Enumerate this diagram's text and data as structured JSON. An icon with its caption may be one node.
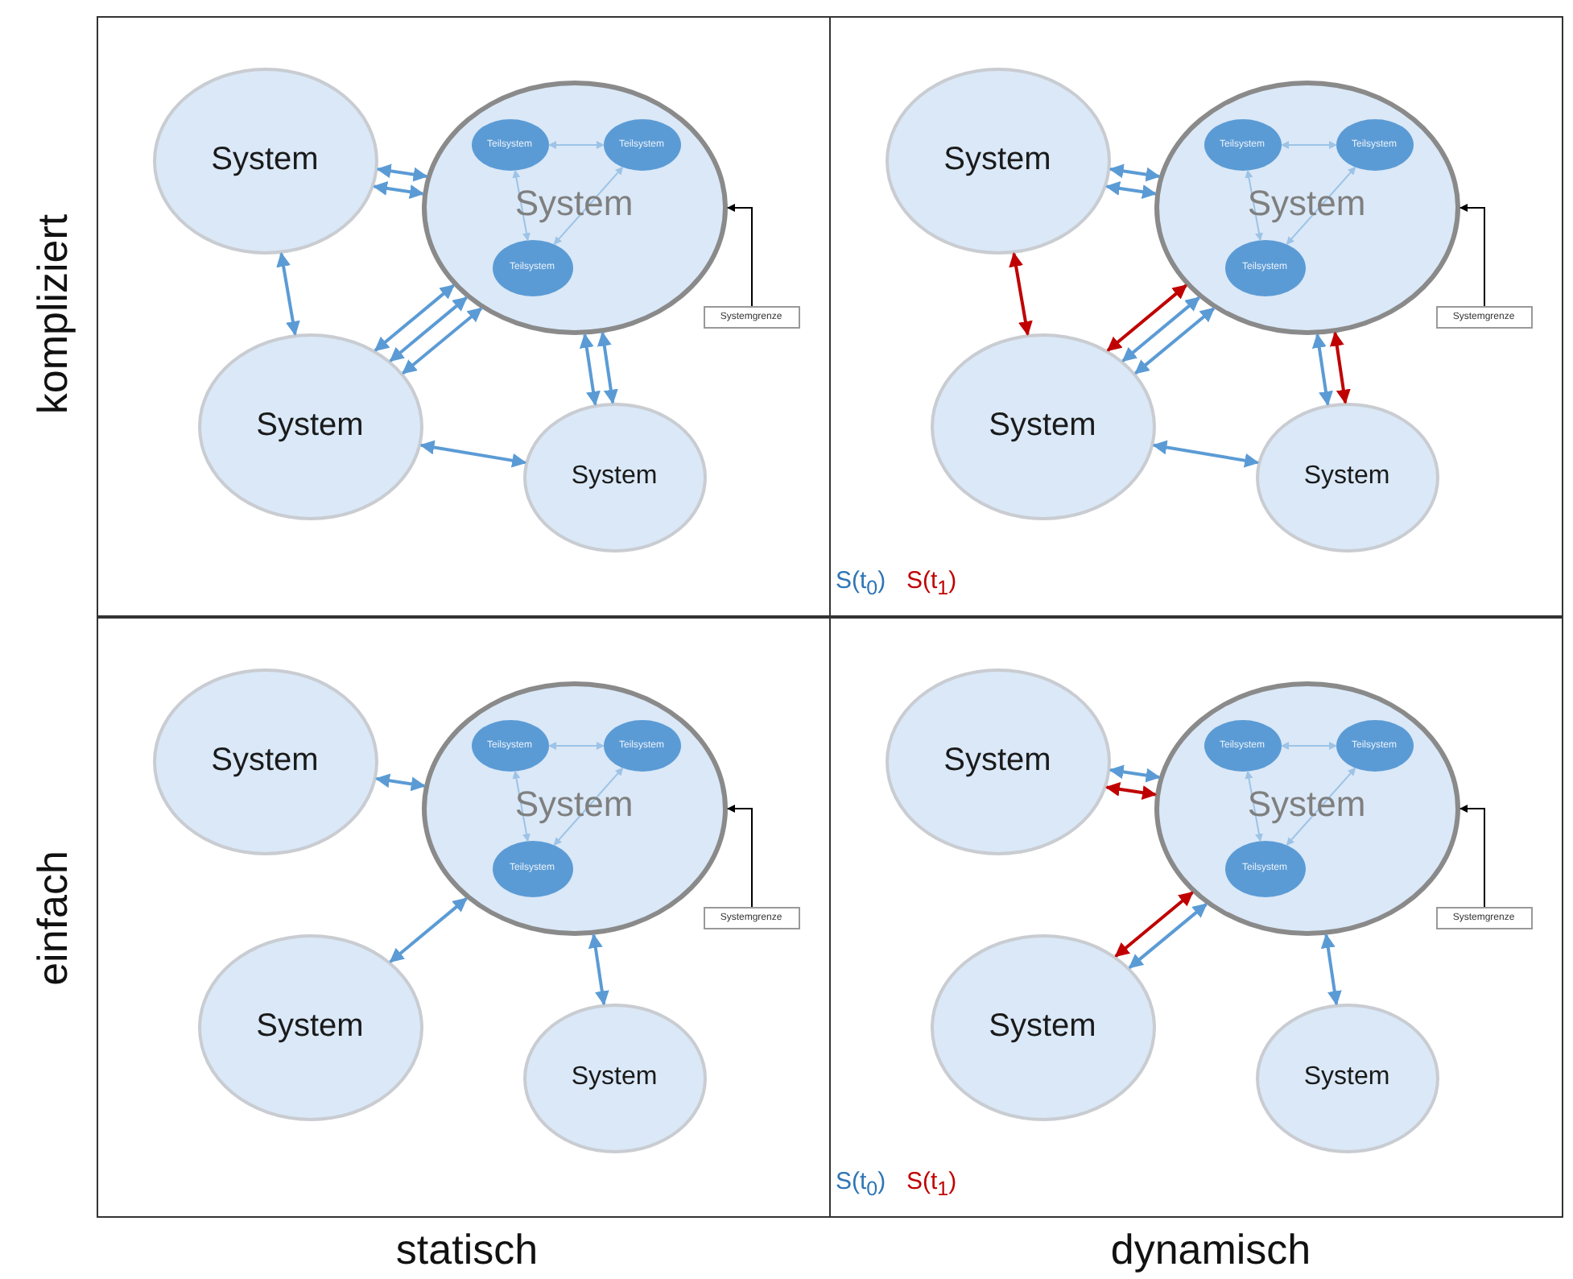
{
  "diagram": {
    "nodes": [
      {
        "text": [],
        "shape": "box"
      },
      {
        "text": [
          "System"
        ],
        "in": 0
      },
      {
        "text": [
          "System"
        ],
        "in": 0
      },
      {
        "text": [
          "Teilsystem"
        ],
        "in": 2
      },
      {
        "text": [
          "Teilsystem"
        ],
        "in": 2
      },
      {
        "text": [
          "Teilsystem"
        ],
        "in": 2
      },
      {
        "text": [
          "System"
        ],
        "in": 0
      },
      {
        "text": [
          "Systemgrenze"
        ],
        "in": 0
      },
      {
        "text": [
          "System"
        ],
        "in": 0
      },
      {
        "text": [],
        "shape": "box"
      },
      {
        "text": [
          "System"
        ],
        "in": 9
      },
      {
        "text": [
          "System"
        ],
        "in": 9
      },
      {
        "text": [
          "Teilsystem"
        ],
        "in": 11
      },
      {
        "text": [
          "Teilsystem"
        ],
        "in": 11
      },
      {
        "text": [
          "Teilsystem"
        ],
        "in": 11
      },
      {
        "text": [
          "System"
        ],
        "in": 9
      },
      {
        "text": [
          "Systemgrenze"
        ],
        "in": 9
      },
      {
        "text": [
          "System"
        ],
        "in": 9
      },
      {
        "text": [],
        "shape": "box"
      },
      {
        "text": [
          "System"
        ],
        "in": 18
      },
      {
        "text": [
          "System"
        ],
        "in": 18
      },
      {
        "text": [
          "Teilsystem"
        ],
        "in": 20
      },
      {
        "text": [
          "Teilsystem"
        ],
        "in": 20
      },
      {
        "text": [
          "Teilsystem"
        ],
        "in": 20
      },
      {
        "text": [
          "System"
        ],
        "in": 18
      },
      {
        "text": [
          "Systemgrenze"
        ],
        "in": 18
      },
      {
        "text": [
          "System"
        ],
        "in": 18
      },
      {
        "text": [],
        "shape": "box"
      },
      {
        "text": [
          "System"
        ],
        "in": 27
      },
      {
        "text": [
          "System"
        ],
        "in": 27
      },
      {
        "text": [
          "Teilsystem"
        ],
        "in": 29
      },
      {
        "text": [
          "Teilsystem"
        ],
        "in": 29
      },
      {
        "text": [
          "Teilsystem"
        ],
        "in": 29
      },
      {
        "text": [
          "System"
        ],
        "in": 27
      },
      {
        "text": [
          "Systemgrenze"
        ],
        "in": 27
      },
      {
        "text": [
          "System"
        ],
        "in": 27
      }
    ],
    "edges": [
      {
        "from": 3,
        "to": 4,
        "arrow": "both",
        "color": "#9dc3e6"
      },
      {
        "from": 3,
        "to": 5,
        "arrow": "both",
        "color": "#9dc3e6"
      },
      {
        "from": 4,
        "to": 5,
        "arrow": "both",
        "color": "#9dc3e6"
      },
      {
        "from": 7,
        "to": 2,
        "arrow": "to",
        "color": "#000000"
      },
      {
        "from": 1,
        "to": 2,
        "arrow": "both"
      },
      {
        "from": 1,
        "to": 2,
        "arrow": "both"
      },
      {
        "from": 1,
        "to": 6,
        "arrow": "both"
      },
      {
        "from": 6,
        "to": 2,
        "arrow": "both"
      },
      {
        "from": 6,
        "to": 2,
        "arrow": "both"
      },
      {
        "from": 6,
        "to": 2,
        "arrow": "both"
      },
      {
        "from": 6,
        "to": 8,
        "arrow": "both"
      },
      {
        "from": 2,
        "to": 8,
        "arrow": "both"
      },
      {
        "from": 2,
        "to": 8,
        "arrow": "both"
      },
      {
        "from": 12,
        "to": 13,
        "arrow": "both",
        "color": "#9dc3e6"
      },
      {
        "from": 12,
        "to": 14,
        "arrow": "both",
        "color": "#9dc3e6"
      },
      {
        "from": 13,
        "to": 14,
        "arrow": "both",
        "color": "#9dc3e6"
      },
      {
        "from": 16,
        "to": 11,
        "arrow": "to",
        "color": "#000000"
      },
      {
        "from": 10,
        "to": 11,
        "arrow": "both"
      },
      {
        "from": 10,
        "to": 11,
        "arrow": "both"
      },
      {
        "from": 10,
        "to": 15,
        "arrow": "both",
        "color": "#c00000"
      },
      {
        "from": 15,
        "to": 11,
        "arrow": "both"
      },
      {
        "from": 15,
        "to": 11,
        "arrow": "both"
      },
      {
        "from": 15,
        "to": 11,
        "arrow": "both",
        "color": "#c00000"
      },
      {
        "from": 15,
        "to": 17,
        "arrow": "both"
      },
      {
        "from": 11,
        "to": 17,
        "arrow": "both",
        "color": "#c00000"
      },
      {
        "from": 11,
        "to": 17,
        "arrow": "both"
      },
      {
        "from": 21,
        "to": 22,
        "arrow": "both",
        "color": "#9dc3e6"
      },
      {
        "from": 21,
        "to": 23,
        "arrow": "both",
        "color": "#9dc3e6"
      },
      {
        "from": 22,
        "to": 23,
        "arrow": "both",
        "color": "#9dc3e6"
      },
      {
        "from": 25,
        "to": 20,
        "arrow": "to",
        "color": "#000000"
      },
      {
        "from": 19,
        "to": 20,
        "arrow": "both"
      },
      {
        "from": 24,
        "to": 20,
        "arrow": "both"
      },
      {
        "from": 20,
        "to": 26,
        "arrow": "both"
      },
      {
        "from": 30,
        "to": 31,
        "arrow": "both",
        "color": "#9dc3e6"
      },
      {
        "from": 30,
        "to": 32,
        "arrow": "both",
        "color": "#9dc3e6"
      },
      {
        "from": 31,
        "to": 32,
        "arrow": "both",
        "color": "#9dc3e6"
      },
      {
        "from": 34,
        "to": 29,
        "arrow": "to",
        "color": "#000000"
      },
      {
        "from": 28,
        "to": 29,
        "arrow": "both"
      },
      {
        "from": 28,
        "to": 29,
        "arrow": "both",
        "color": "#c00000"
      },
      {
        "from": 33,
        "to": 29,
        "arrow": "both"
      },
      {
        "from": 33,
        "to": 29,
        "arrow": "both",
        "color": "#c00000"
      },
      {
        "from": 29,
        "to": 35,
        "arrow": "both"
      }
    ],
    "labels": [
      "kompliziert",
      "einfach",
      "statisch",
      "dynamisch"
    ],
    "legend": [
      {
        "text": "S(t$_{0}$)",
        "color": "#2e75b6"
      },
      {
        "text": "S(t$_{1}$)",
        "color": "#c00000"
      },
      {
        "text": "S(t$_{0}$)",
        "color": "#2e75b6"
      },
      {
        "text": "S(t$_{1}$)",
        "color": "#c00000"
      }
    ]
  }
}
